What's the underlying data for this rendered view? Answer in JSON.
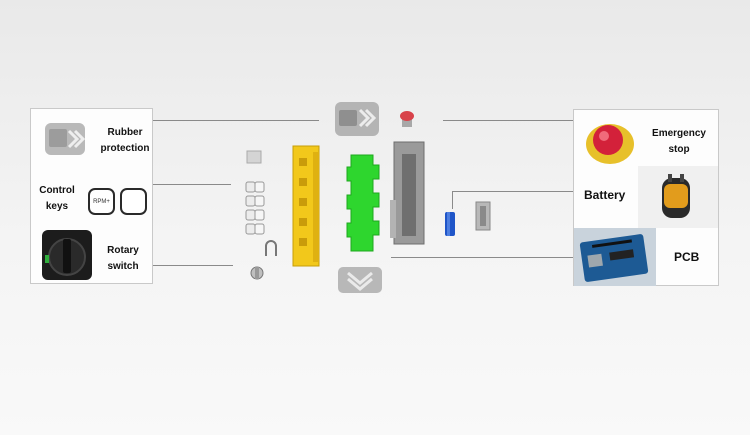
{
  "left_panel": {
    "rubber_label_1": "Rubber",
    "rubber_label_2": "protection",
    "control_label_1": "Control",
    "control_label_2": "keys",
    "key1_text": "RPM+",
    "rotary_label_1": "Rotary",
    "rotary_label_2": "switch"
  },
  "right_panel": {
    "emergency_label_1": "Emergency",
    "emergency_label_2": "stop",
    "battery_label": "Battery",
    "pcb_label": "PCB"
  },
  "colors": {
    "yellow_frame": "#f2c81b",
    "green_frame": "#2ed62e",
    "gray_part": "#9a9a9a",
    "battery_blue": "#1f55c8",
    "estop_red": "#d3213a",
    "pcb_blue": "#1d5a94"
  }
}
